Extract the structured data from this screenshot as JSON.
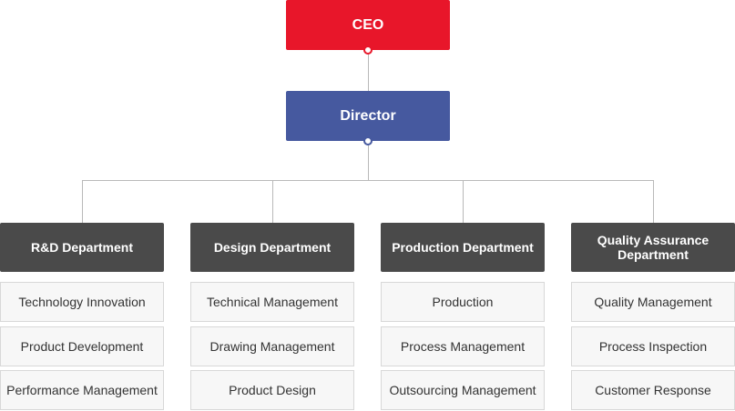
{
  "ceo": {
    "label": "CEO"
  },
  "director": {
    "label": "Director"
  },
  "departments": [
    {
      "label": "R&D Department",
      "items": [
        "Technology Innovation",
        "Product Development",
        "Performance Management"
      ]
    },
    {
      "label": "Design Department",
      "items": [
        "Technical Management",
        "Drawing Management",
        "Product Design"
      ]
    },
    {
      "label": "Production Department",
      "items": [
        "Production",
        "Process Management",
        "Outsourcing Management"
      ]
    },
    {
      "label": "Quality Assurance Department",
      "items": [
        "Quality Management",
        "Process Inspection",
        "Customer Response"
      ]
    }
  ],
  "colors": {
    "ceo": "#e8162a",
    "director": "#46599f",
    "department": "#4a4a4a",
    "connector": "#b9b9b9"
  }
}
